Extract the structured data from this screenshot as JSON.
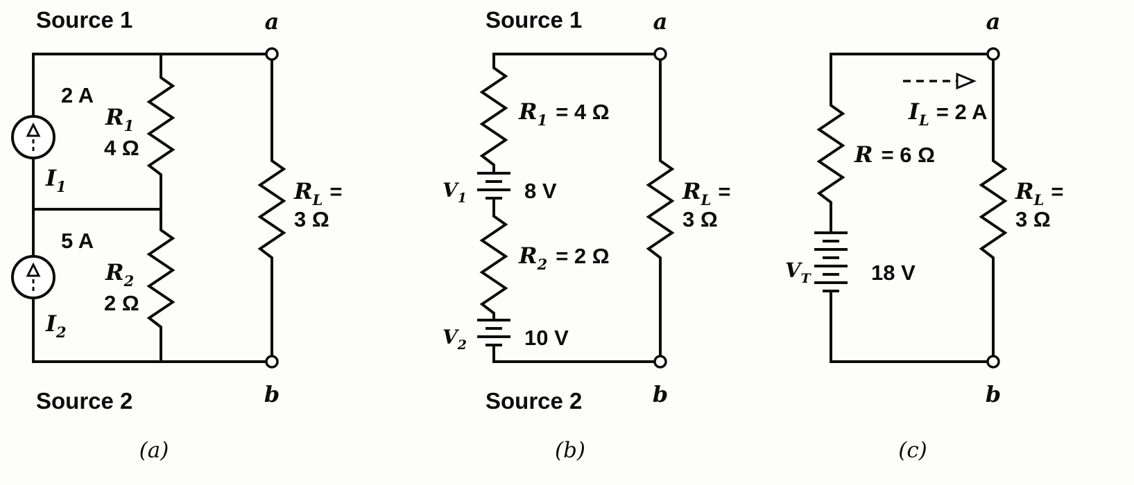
{
  "figure": {
    "bg": "#fdfdfc",
    "ink": "#0c0c0c"
  },
  "circuit_a": {
    "source1": "Source 1",
    "source2": "Source 2",
    "terminal_a": "a",
    "terminal_b": "b",
    "cs1_value": "2 A",
    "cs1_name": "I",
    "cs1_sub": "1",
    "cs2_value": "5 A",
    "cs2_name": "I",
    "cs2_sub": "2",
    "r1_name": "R",
    "r1_sub": "1",
    "r1_value": "4 Ω",
    "r2_name": "R",
    "r2_sub": "2",
    "r2_value": "2 Ω",
    "rl_name": "R",
    "rl_sub": "L",
    "rl_eq": "=",
    "rl_value": "3 Ω",
    "caption": "(a)"
  },
  "circuit_b": {
    "source1": "Source 1",
    "source2": "Source 2",
    "terminal_a": "a",
    "terminal_b": "b",
    "r1_name": "R",
    "r1_sub": "1",
    "r1_eq": "= 4 Ω",
    "v1_name": "V",
    "v1_sub": "1",
    "v1_value": "8 V",
    "r2_name": "R",
    "r2_sub": "2",
    "r2_eq": "= 2 Ω",
    "v2_name": "V",
    "v2_sub": "2",
    "v2_value": "10 V",
    "rl_name": "R",
    "rl_sub": "L",
    "rl_eq": "=",
    "rl_value": "3 Ω",
    "caption": "(b)"
  },
  "circuit_c": {
    "terminal_a": "a",
    "terminal_b": "b",
    "il_name": "I",
    "il_sub": "L",
    "il_eq": "= 2 A",
    "r_name": "R",
    "r_eq": "= 6 Ω",
    "vt_name": "V",
    "vt_sub": "T",
    "vt_value": "18 V",
    "rl_name": "R",
    "rl_sub": "L",
    "rl_eq": "=",
    "rl_value": "3 Ω",
    "caption": "(c)"
  }
}
